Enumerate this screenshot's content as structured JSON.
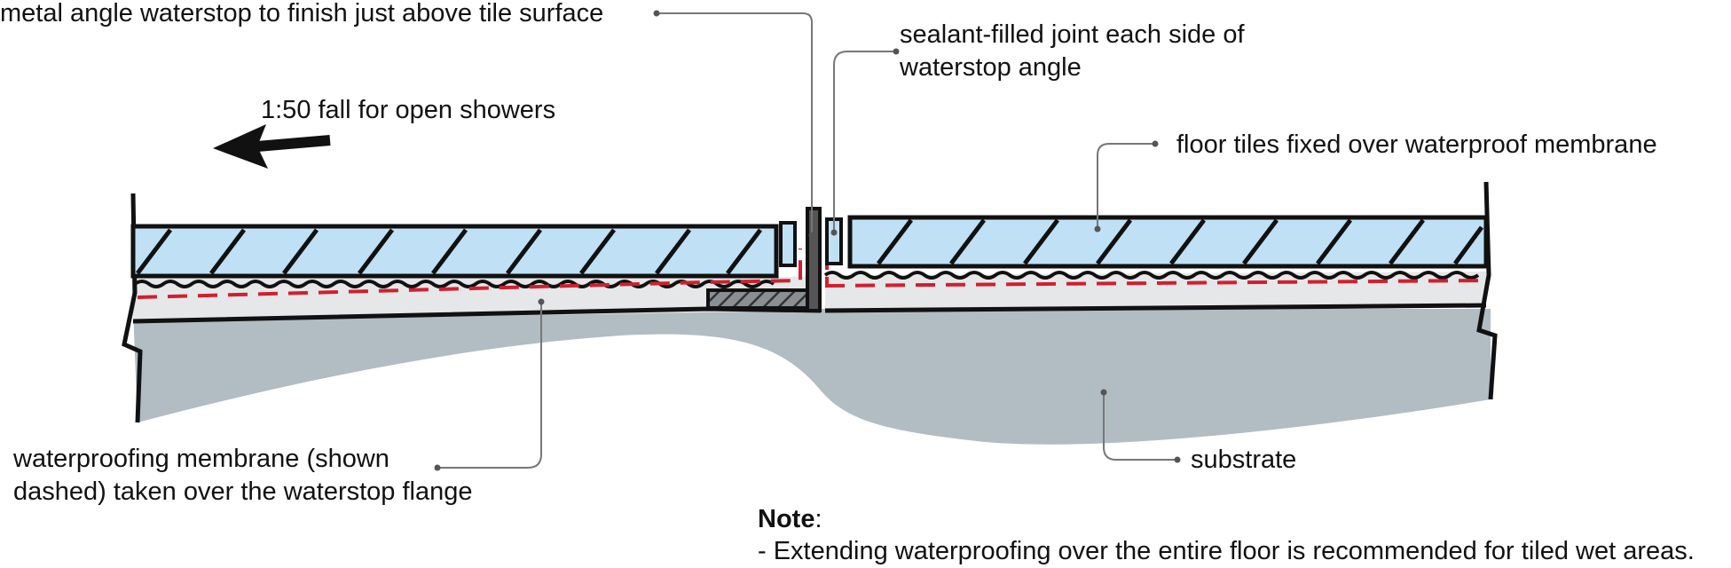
{
  "labels": {
    "waterstop": "metal angle waterstop to finish just above tile surface",
    "sealant_line1": "sealant-filled joint each side of",
    "sealant_line2": "waterstop angle",
    "fall": "1:50 fall for open showers",
    "tiles": "floor tiles fixed over waterproof membrane",
    "membrane_line1": "waterproofing membrane (shown",
    "membrane_line2": "dashed) taken over the waterstop flange",
    "substrate": "substrate"
  },
  "note": {
    "title": "Note",
    "colon": ":",
    "text": "- Extending waterproofing over the entire floor is recommended for tiled wet areas."
  },
  "colors": {
    "tile": "#bfe0f5",
    "bed": "#e6e7e8",
    "substrate": "#b2bcc3",
    "membrane": "#d11f2f",
    "outline": "#111111",
    "leader": "#777777"
  },
  "icons": {
    "fall_arrow": "left-arrow-icon"
  }
}
